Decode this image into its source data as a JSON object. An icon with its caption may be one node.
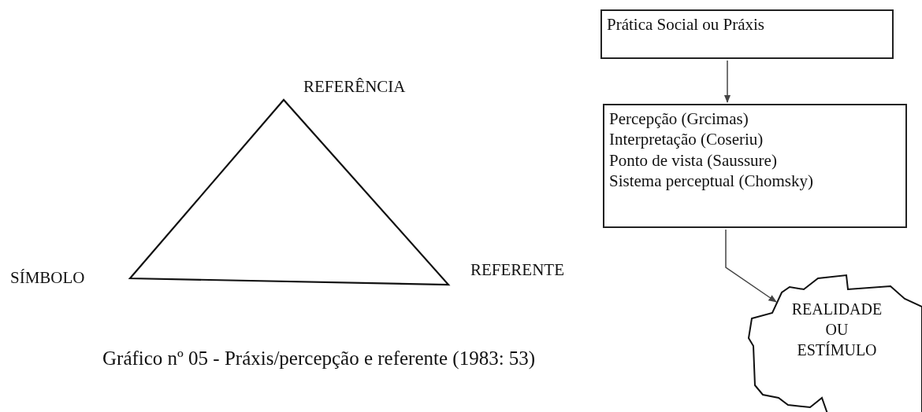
{
  "diagram": {
    "caption": "Gráfico nº 05 - Práxis/percepção e referente (1983: 53)",
    "nodes": [
      {
        "text": [
          "Prática Social ou Práxis"
        ]
      },
      {
        "text": [
          "Percepção (Grcimas)",
          "Interpretação (Coseriu)",
          "Ponto de vista (Saussure)",
          "Sistema perceptual (Chomsky)"
        ]
      },
      {
        "text": [
          "REALIDADE OU ESTÍMULO"
        ]
      }
    ],
    "edges": [
      {
        "from": 0,
        "to": 1,
        "arrow": "to"
      },
      {
        "from": 1,
        "to": 2,
        "arrow": "to"
      }
    ],
    "labels": [
      "REFERÊNCIA",
      "SÍMBOLO",
      "REFERENTE"
    ]
  }
}
